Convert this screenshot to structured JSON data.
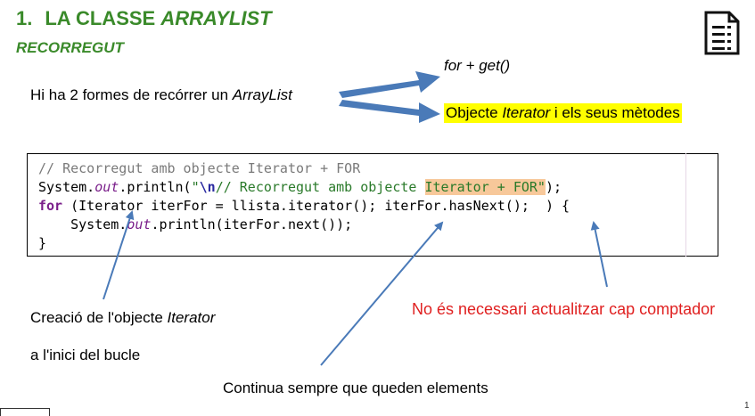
{
  "header": {
    "number": "1.",
    "title_plain": "LA CLASSE",
    "title_italic": "ARRAYLIST",
    "subtitle": "RECORREGUT"
  },
  "intro": {
    "prefix": "Hi ha 2 formes de recórrer un",
    "class_name": "ArrayList"
  },
  "options": {
    "first": "for + get()",
    "second_prefix": "Objecte",
    "second_italic": "Iterator",
    "second_suffix": "i els seus mètodes"
  },
  "code": {
    "line1": "// Recorregut amb objecte Iterator + FOR",
    "line2_a": "System.",
    "line2_out": "out",
    "line2_b": ".println(",
    "line2_str1": "\"",
    "line2_esc": "\\n",
    "line2_str2": "// Recorregut amb objecte ",
    "line2_hl": "Iterator + FOR\"",
    "line2_end": ");",
    "line3_kw": "for",
    "line3_rest": " (Iterator iterFor = llista.iterator(); iterFor.hasNext();  ) {",
    "line4_indent": "    ",
    "line4_a": "System.",
    "line4_out": "out",
    "line4_b": ".println(iterFor.next());",
    "line5": "}"
  },
  "annotations": {
    "creation_line1_prefix": "Creació de l'objecte",
    "creation_line1_italic": "Iterator",
    "creation_line2": "a l'inici del bucle",
    "no_counter": "No és necessari actualitzar cap comptador",
    "continue": "Continua sempre que queden elements"
  },
  "page_number": "1",
  "colors": {
    "title_green": "#3a8a2a",
    "highlight_yellow": "#ffff00",
    "highlight_orange": "#f7c89a",
    "arrow_blue": "#4a7ab8",
    "red_text": "#e02020"
  },
  "icons": [
    "document-list-icon",
    "arrow-icon",
    "creative-commons-badge"
  ]
}
